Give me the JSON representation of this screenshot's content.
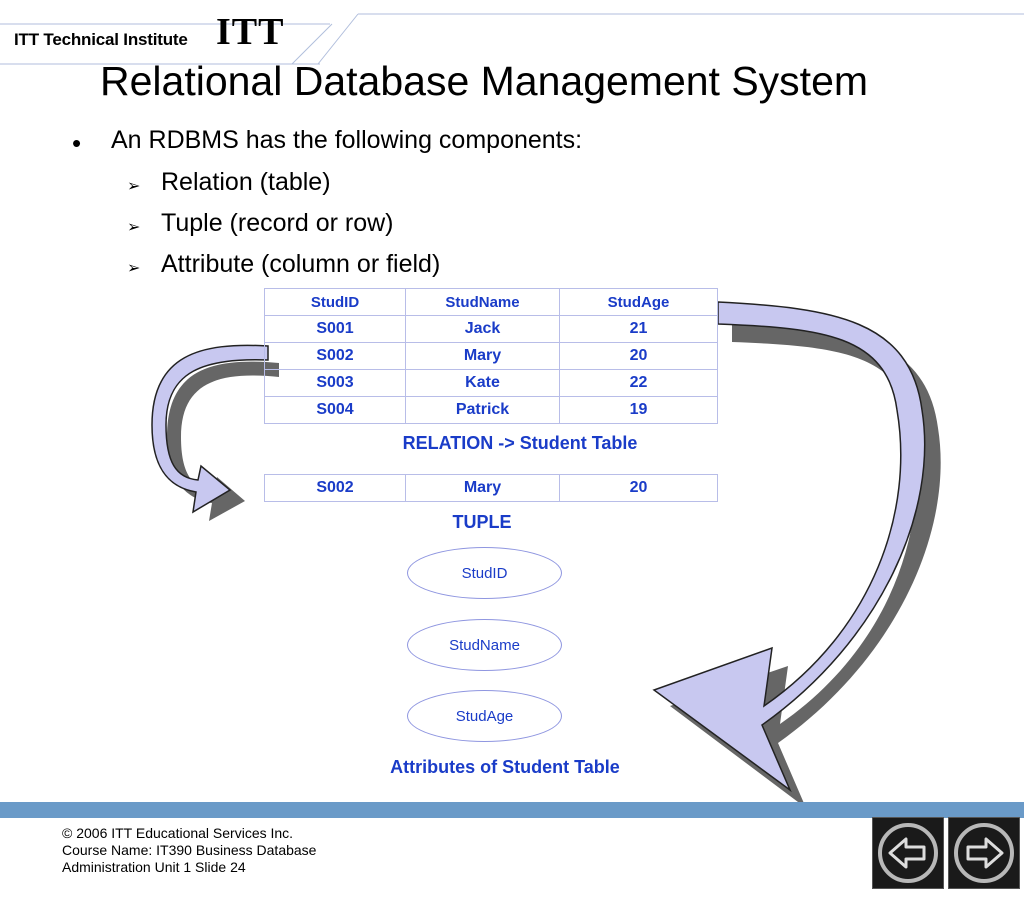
{
  "header": {
    "institute_name": "ITT Technical Institute",
    "logo_text": "ITT"
  },
  "slide": {
    "title": "Relational Database Management System",
    "bullet": "An RDBMS has the following components:",
    "sub_bullets": [
      "Relation (table)",
      "Tuple (record or row)",
      "Attribute (column or field)"
    ]
  },
  "relation_table": {
    "headers": [
      "StudID",
      "StudName",
      "StudAge"
    ],
    "rows": [
      [
        "S001",
        "Jack",
        "21"
      ],
      [
        "S002",
        "Mary",
        "20"
      ],
      [
        "S003",
        "Kate",
        "22"
      ],
      [
        "S004",
        "Patrick",
        "19"
      ]
    ],
    "caption": "RELATION -> Student Table"
  },
  "tuple": {
    "row": [
      "S002",
      "Mary",
      "20"
    ],
    "caption": "TUPLE"
  },
  "attributes": {
    "items": [
      "StudID",
      "StudName",
      "StudAge"
    ],
    "caption": "Attributes of Student Table"
  },
  "footer": {
    "copyright": "© 2006 ITT Educational Services Inc.",
    "course_line1": "Course Name: IT390 Business Database",
    "course_line2": "Administration Unit 1 Slide 24"
  },
  "nav": {
    "prev_icon": "arrow-left-icon",
    "next_icon": "arrow-right-icon"
  },
  "colors": {
    "text_blue": "#1a3cc8",
    "arrow_fill": "#c8c8f0",
    "footer_bar": "#6a9ac8"
  }
}
